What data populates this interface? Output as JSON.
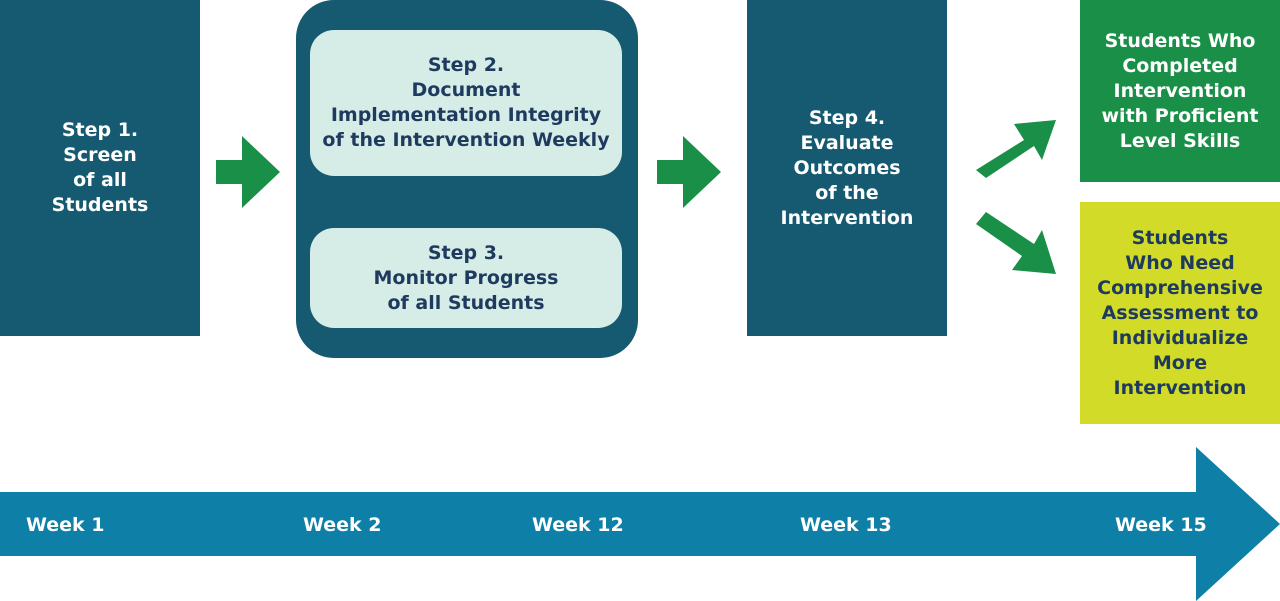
{
  "steps": {
    "step1": "Step 1.\nScreen\nof all\nStudents",
    "step2": "Step 2.\nDocument\nImplementation Integrity\nof the Intervention Weekly",
    "step3": "Step 3.\nMonitor Progress\nof all Students",
    "step4": "Step 4.\nEvaluate\nOutcomes\nof the\nIntervention"
  },
  "outcomes": {
    "proficient": "Students Who\nCompleted\nIntervention\nwith Proficient\nLevel Skills",
    "comprehensive": "Students\nWho Need\nComprehensive\nAssessment to\nIndividualize\nMore\nIntervention"
  },
  "timeline": {
    "weeks": [
      "Week 1",
      "Week 2",
      "Week 12",
      "Week 13",
      "Week 15"
    ]
  },
  "colors": {
    "step_box": "#155a70",
    "inner_box": "#d6ece6",
    "arrow": "#1a8f48",
    "proficient": "#1a8f48",
    "comprehensive": "#d2dc28",
    "timeline": "#0e7fa6"
  }
}
